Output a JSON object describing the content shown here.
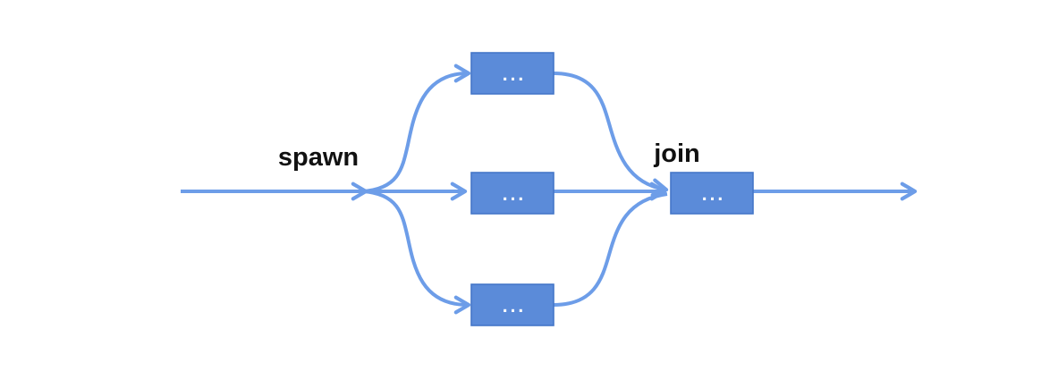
{
  "diagram": {
    "type": "fork-join-flow",
    "labels": {
      "spawn": "spawn",
      "join": "join"
    },
    "nodes": [
      {
        "id": "task-top",
        "label": "..."
      },
      {
        "id": "task-middle",
        "label": "..."
      },
      {
        "id": "task-bottom",
        "label": "..."
      },
      {
        "id": "join-node",
        "label": "..."
      }
    ],
    "edges": [
      {
        "from": "start",
        "to": "spawn-point"
      },
      {
        "from": "spawn-point",
        "to": "task-top"
      },
      {
        "from": "spawn-point",
        "to": "task-middle"
      },
      {
        "from": "spawn-point",
        "to": "task-bottom"
      },
      {
        "from": "task-top",
        "to": "join-node"
      },
      {
        "from": "task-middle",
        "to": "join-node"
      },
      {
        "from": "task-bottom",
        "to": "join-node"
      },
      {
        "from": "join-node",
        "to": "end"
      }
    ],
    "colors": {
      "line": "#6d9de8",
      "box_fill": "#5b8bd9",
      "box_border": "#4577c8",
      "node_text": "#ffffff",
      "label_text": "#111111",
      "background": "#ffffff"
    }
  }
}
